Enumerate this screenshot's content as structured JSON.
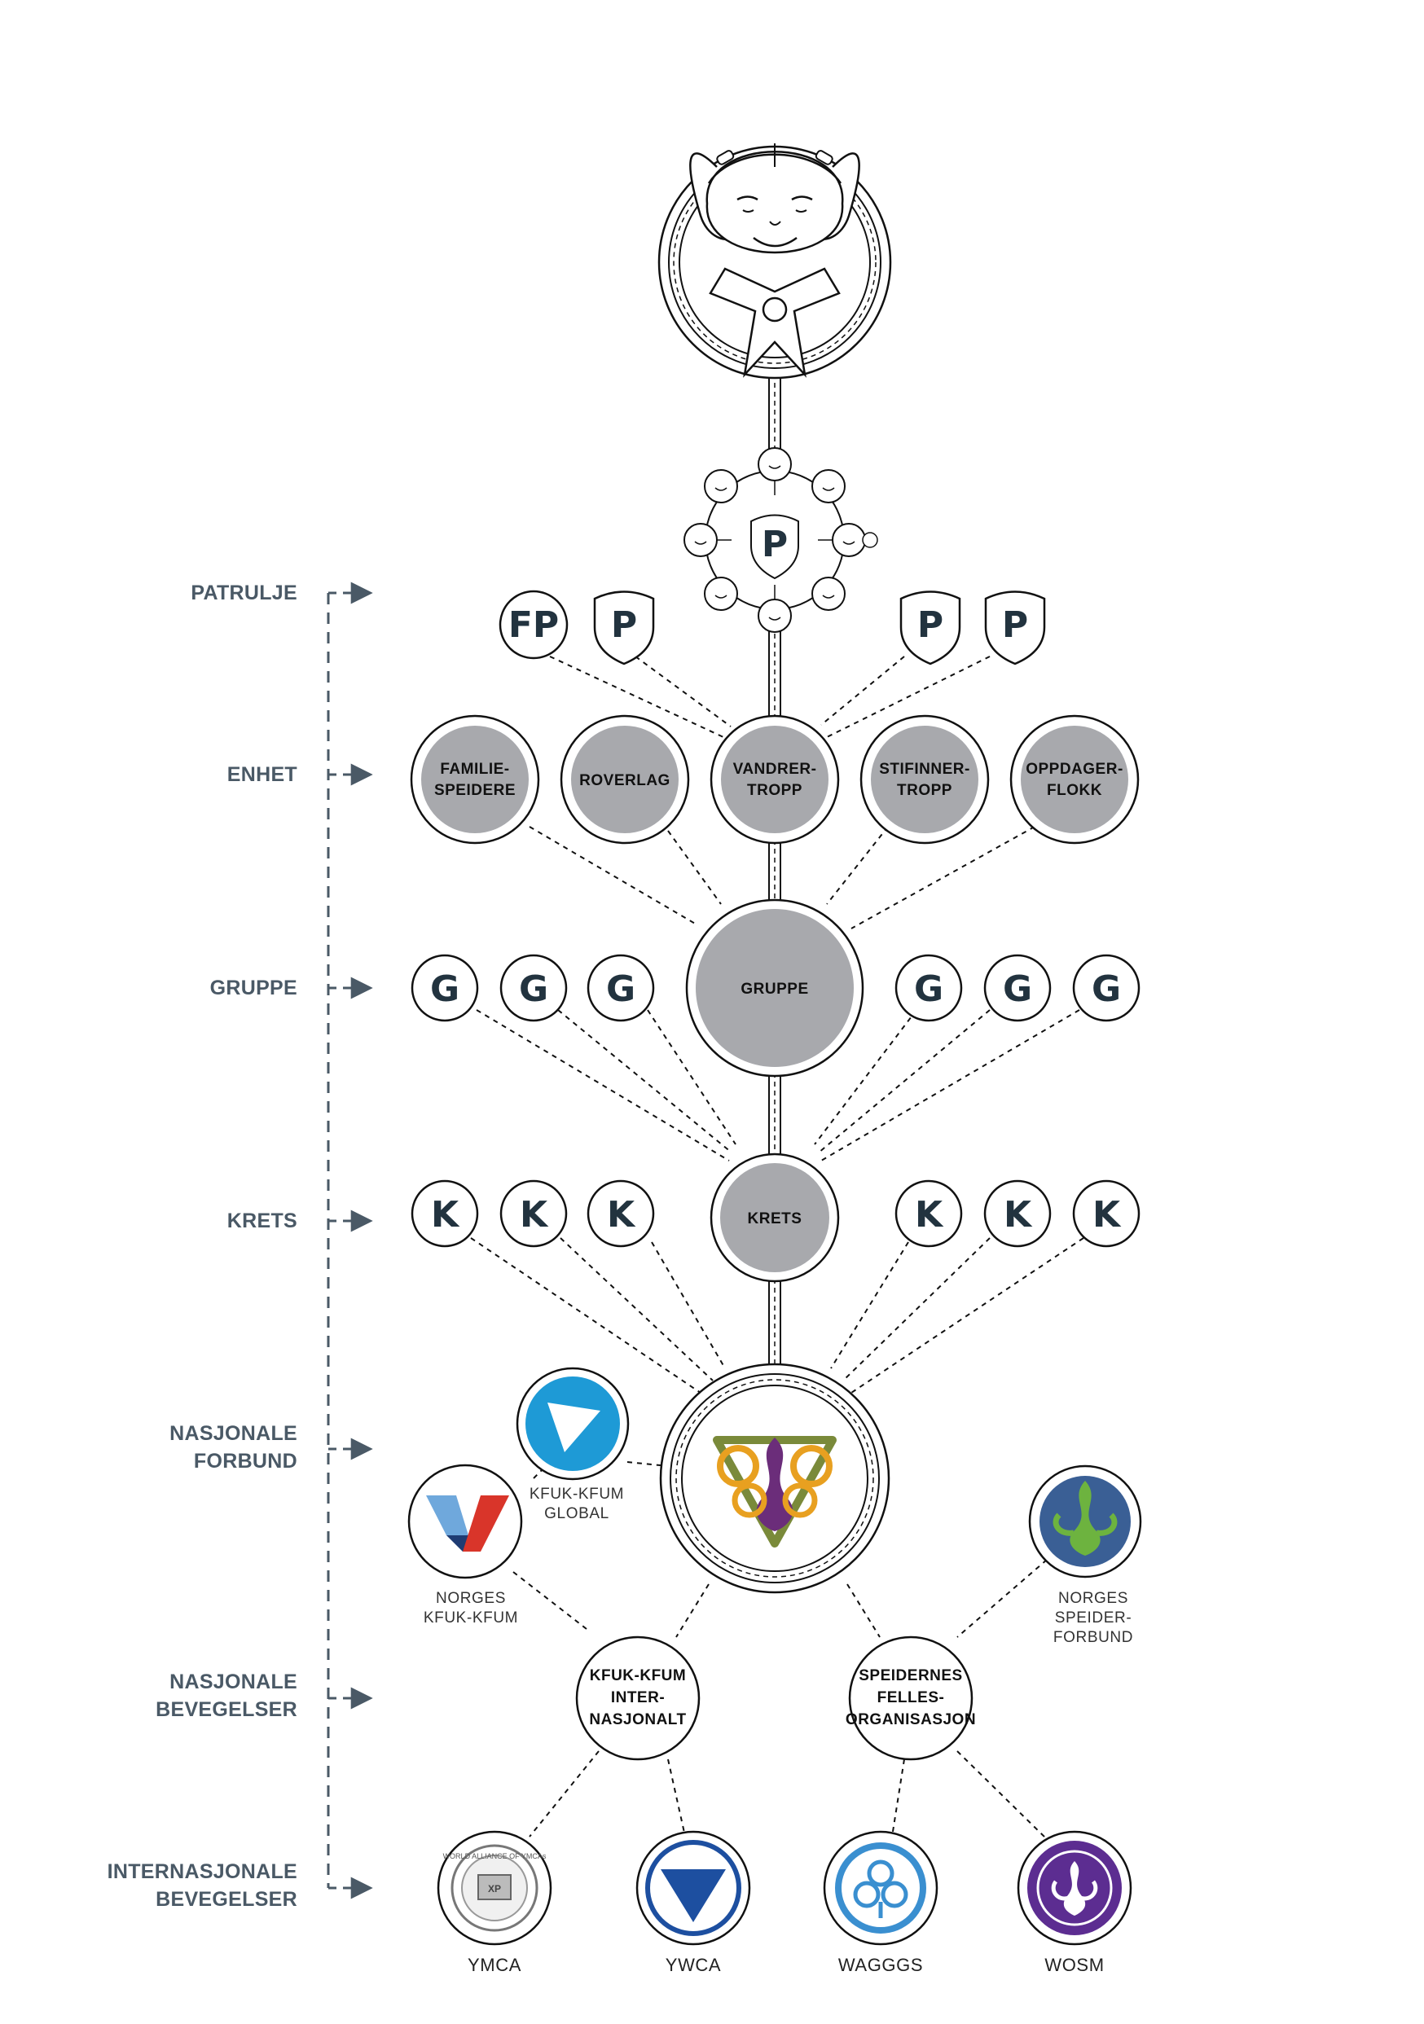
{
  "levels": [
    {
      "label": "PATRULJE"
    },
    {
      "label": "ENHET"
    },
    {
      "label": "GRUPPE"
    },
    {
      "label": "KRETS"
    },
    {
      "label_line1": "NASJONALE",
      "label_line2": "FORBUND"
    },
    {
      "label_line1": "NASJONALE",
      "label_line2": "BEVEGELSER"
    },
    {
      "label_line1": "INTERNASJONALE",
      "label_line2": "BEVEGELSER"
    }
  ],
  "patrol_badges": [
    "FP",
    "P",
    "P",
    "P"
  ],
  "center_patrol_badge": "P",
  "units": [
    {
      "line1": "FAMILIE-",
      "line2": "SPEIDERE"
    },
    {
      "line1": "ROVERLAG",
      "line2": ""
    },
    {
      "line1": "VANDRER-",
      "line2": "TROPP"
    },
    {
      "line1": "STIFINNER-",
      "line2": "TROPP"
    },
    {
      "line1": "OPPDAGER-",
      "line2": "FLOKK"
    }
  ],
  "group": {
    "center": "GRUPPE",
    "letter": "G"
  },
  "district": {
    "center": "KRETS",
    "letter": "K"
  },
  "federations": {
    "kfuk_global": {
      "line1": "KFUK-KFUM",
      "line2": "GLOBAL"
    },
    "norges_kfuk": {
      "line1": "NORGES",
      "line2": "KFUK-KFUM"
    },
    "norges_speider": {
      "line1": "NORGES",
      "line2": "SPEIDER-",
      "line3": "FORBUND"
    }
  },
  "national_movements": [
    {
      "line1": "KFUK-KFUM",
      "line2": "INTER-",
      "line3": "NASJONALT"
    },
    {
      "line1": "SPEIDERNES",
      "line2": "FELLES-",
      "line3": "ORGANISASJON"
    }
  ],
  "international": [
    {
      "label": "YMCA",
      "seal_text": "WORLD ALLIANCE OF YMCAs"
    },
    {
      "label": "YWCA"
    },
    {
      "label": "WAGGGS"
    },
    {
      "label": "WOSM"
    }
  ],
  "colors": {
    "level_text": "#4a5966",
    "unit_fill": "#a8a9ad",
    "kfuk_blue": "#1e9ad6",
    "ywca_blue": "#1d4fa0",
    "waggs_blue": "#3a8fd0",
    "wosm_purple": "#5c2d91",
    "norges_green": "#6db33f",
    "norges_blue": "#3a5f95",
    "norges_red": "#d9352a"
  },
  "icons": [
    "scout-girl-icon",
    "patrol-children-icon",
    "shield-icon",
    "arrow-icon"
  ]
}
